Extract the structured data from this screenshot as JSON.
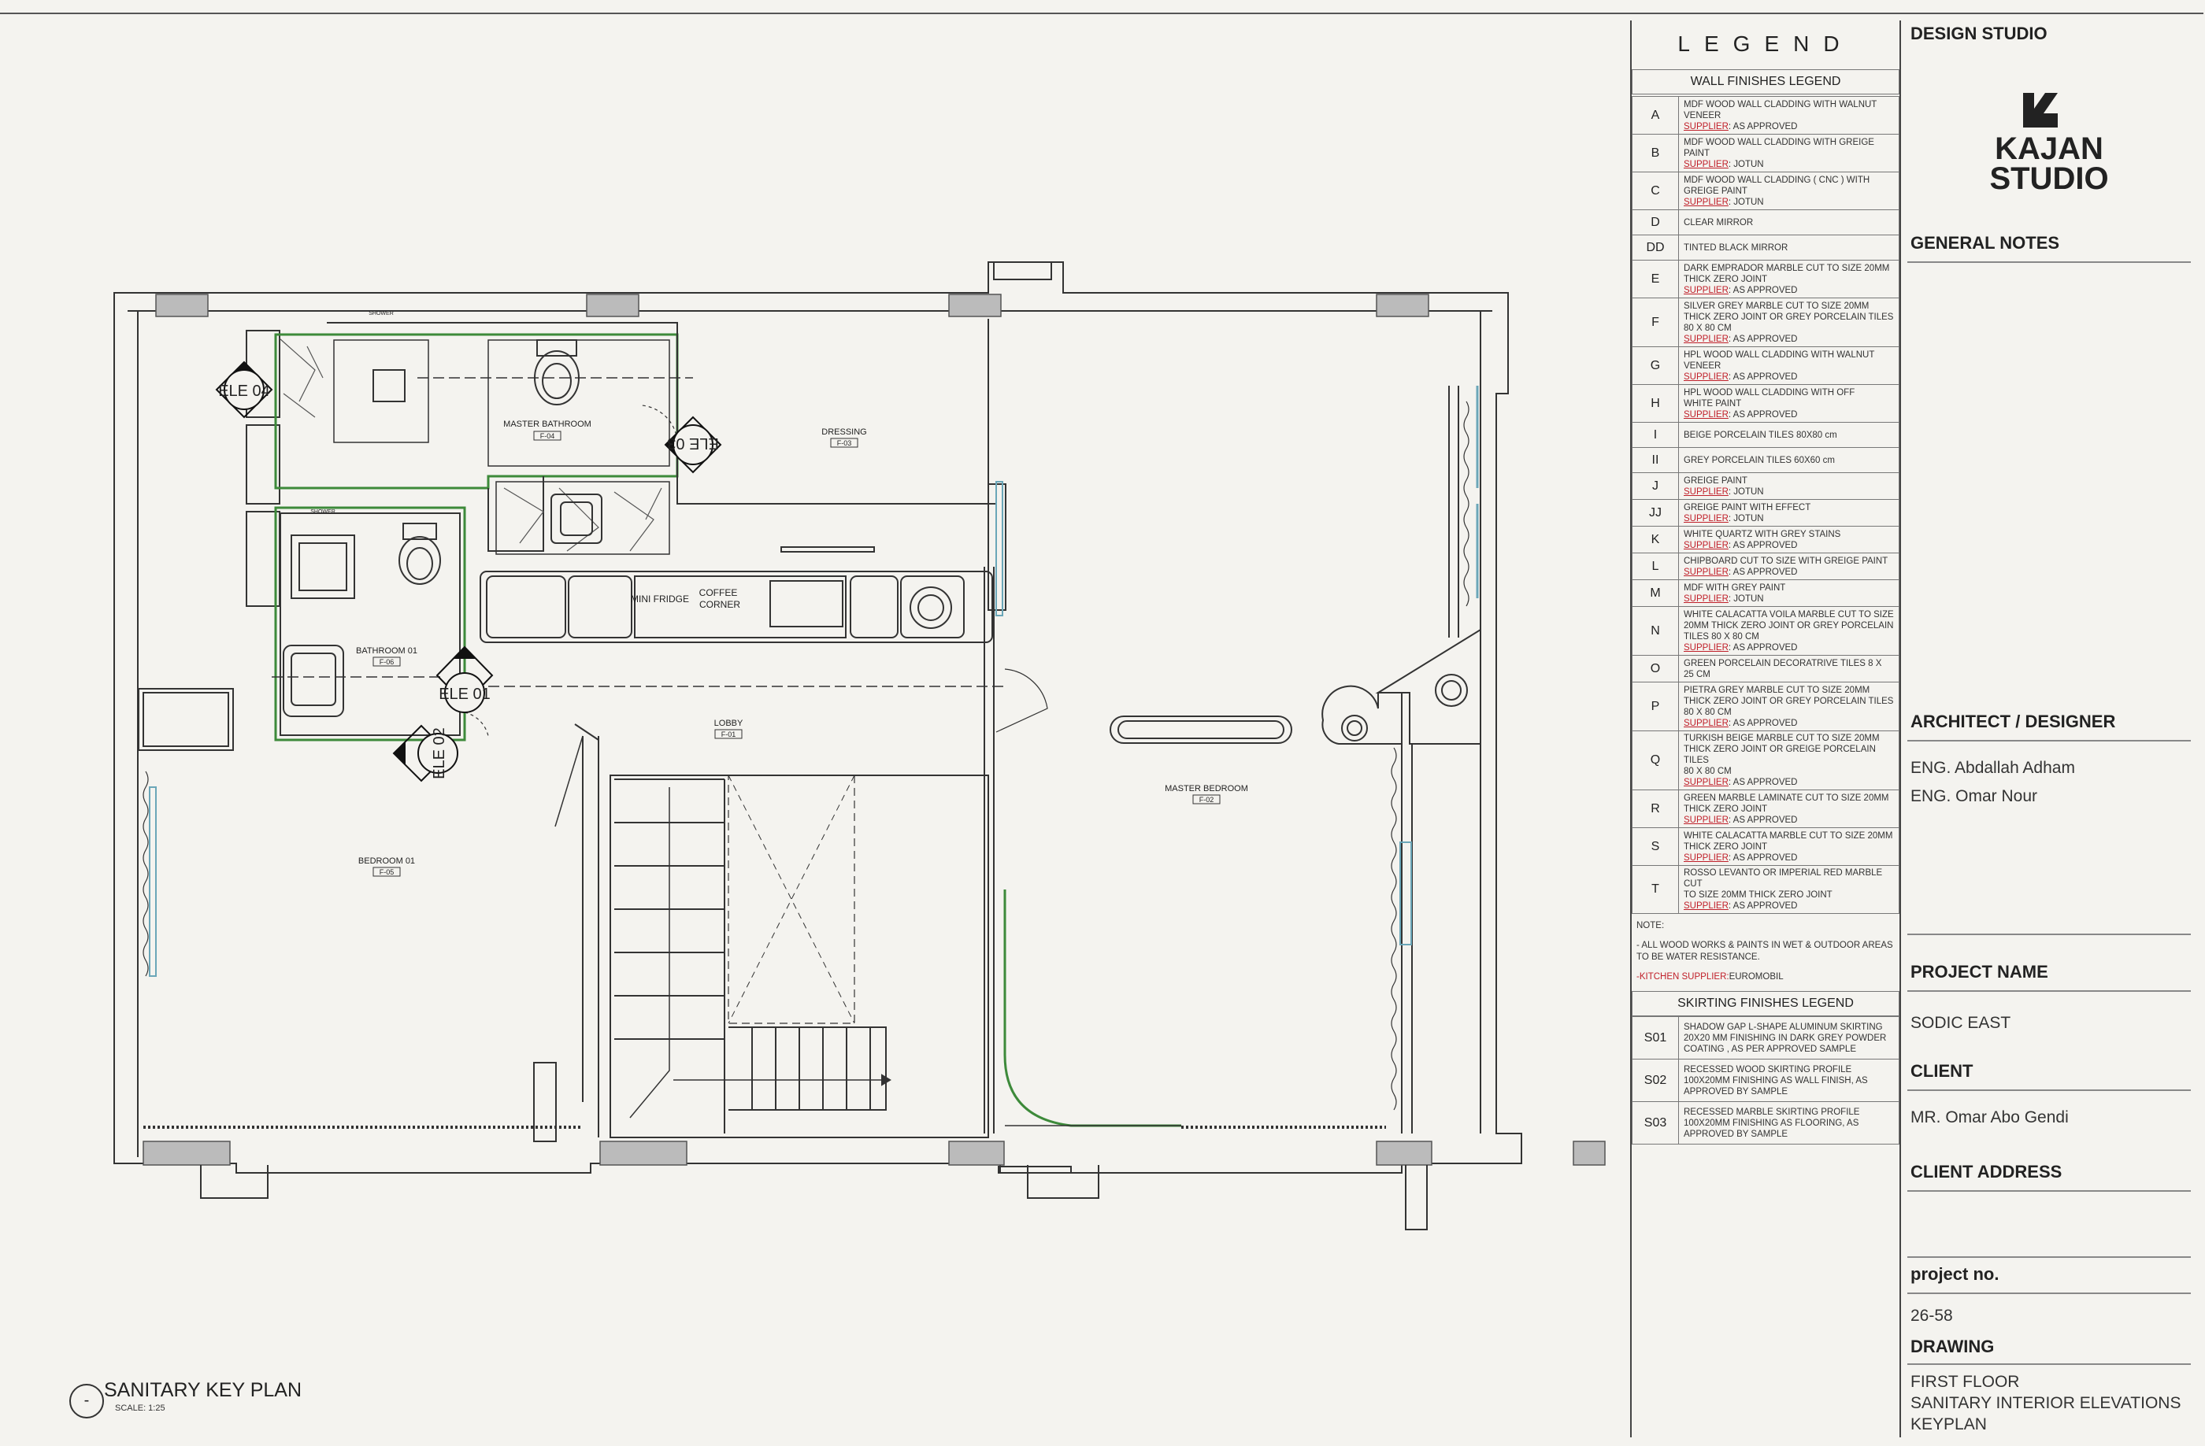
{
  "rooms": {
    "master_bathroom": {
      "name": "MASTER BATHROOM",
      "code": "F-04"
    },
    "dressing": {
      "name": "DRESSING",
      "code": "F-03"
    },
    "bathroom_01": {
      "name": "BATHROOM 01",
      "code": "F-06"
    },
    "lobby": {
      "name": "LOBBY",
      "code": "F-01"
    },
    "bedroom_01": {
      "name": "BEDROOM 01",
      "code": "F-05"
    },
    "master_bedroom": {
      "name": "MASTER BEDROOM",
      "code": "F-02"
    },
    "mini_fridge": "MINI FRIDGE",
    "coffee_corner_1": "COFFEE",
    "coffee_corner_2": "CORNER",
    "shower_1": "SHOWER",
    "shower_2": "SHOWER"
  },
  "elevations": {
    "ele01": "ELE 01",
    "ele02": "ELE 02",
    "ele03": "ELE 03",
    "ele04": "ELE 04"
  },
  "plan": {
    "circle": "-",
    "title": "SANITARY KEY PLAN",
    "scale": "SCALE: 1:25"
  },
  "legend": {
    "title": "LEGEND",
    "wall_head": "WALL FINISHES LEGEND",
    "items": [
      {
        "code": "A",
        "lines": [
          "MDF WOOD WALL CLADDING WITH WALNUT",
          "VENEER"
        ],
        "sup": "AS APPROVED"
      },
      {
        "code": "B",
        "lines": [
          "MDF WOOD WALL CLADDING WITH  GREIGE",
          "PAINT"
        ],
        "sup": "JOTUN"
      },
      {
        "code": "C",
        "lines": [
          "MDF WOOD WALL CLADDING ( CNC ) WITH",
          "GREIGE PAINT"
        ],
        "sup": "JOTUN"
      },
      {
        "code": "D",
        "lines": [
          "CLEAR MIRROR"
        ],
        "sup": ""
      },
      {
        "code": "DD",
        "lines": [
          "TINTED BLACK MIRROR"
        ],
        "sup": ""
      },
      {
        "code": "E",
        "lines": [
          "DARK EMPRADOR MARBLE CUT TO SIZE 20MM",
          "THICK ZERO JOINT"
        ],
        "sup": "AS APPROVED"
      },
      {
        "code": "F",
        "lines": [
          "SILVER GREY MARBLE CUT TO SIZE 20MM",
          "THICK ZERO JOINT OR GREY PORCELAIN TILES",
          "80 X 80 CM"
        ],
        "sup": "AS APPROVED"
      },
      {
        "code": "G",
        "lines": [
          "HPL WOOD WALL CLADDING WITH WALNUT",
          "VENEER"
        ],
        "sup": "AS APPROVED"
      },
      {
        "code": "H",
        "lines": [
          "HPL WOOD WALL CLADDING WITH OFF",
          "WHITE PAINT"
        ],
        "sup": "AS APPROVED"
      },
      {
        "code": "I",
        "lines": [
          "BEIGE PORCELAIN TILES  80X80 cm"
        ],
        "sup": ""
      },
      {
        "code": "II",
        "lines": [
          "GREY PORCELAIN TILES  60X60 cm"
        ],
        "sup": ""
      },
      {
        "code": "J",
        "lines": [
          "GREIGE PAINT"
        ],
        "sup": "JOTUN"
      },
      {
        "code": "JJ",
        "lines": [
          "GREIGE PAINT WITH EFFECT"
        ],
        "sup": "JOTUN"
      },
      {
        "code": "K",
        "lines": [
          "WHITE QUARTZ WITH GREY STAINS"
        ],
        "sup": "AS APPROVED"
      },
      {
        "code": "L",
        "lines": [
          "CHIPBOARD  CUT TO SIZE WITH GREIGE PAINT"
        ],
        "sup": "AS APPROVED"
      },
      {
        "code": "M",
        "lines": [
          "MDF WITH GREY PAINT"
        ],
        "sup": "JOTUN"
      },
      {
        "code": "N",
        "lines": [
          "WHITE CALACATTA VOILA MARBLE CUT TO SIZE",
          "20MM THICK ZERO JOINT OR GREY PORCELAIN",
          "TILES 80 X 80 CM"
        ],
        "sup": "AS APPROVED"
      },
      {
        "code": "O",
        "lines": [
          "GREEN PORCELAIN DECORATRIVE TILES 8 X",
          "25 CM"
        ],
        "sup": ""
      },
      {
        "code": "P",
        "lines": [
          "PIETRA GREY  MARBLE CUT TO SIZE 20MM",
          "THICK ZERO JOINT OR GREY PORCELAIN TILES",
          "80 X 80 CM"
        ],
        "sup": "AS APPROVED"
      },
      {
        "code": "Q",
        "lines": [
          "TURKISH BEIGE MARBLE CUT TO SIZE 20MM",
          "THICK ZERO JOINT OR GREIGE PORCELAIN TILES",
          "80 X 80 CM"
        ],
        "sup": "AS APPROVED"
      },
      {
        "code": "R",
        "lines": [
          "GREEN MARBLE LAMINATE CUT TO SIZE 20MM",
          "THICK ZERO JOINT"
        ],
        "sup": "AS APPROVED"
      },
      {
        "code": "S",
        "lines": [
          "WHITE CALACATTA MARBLE CUT TO SIZE 20MM",
          "THICK ZERO JOINT"
        ],
        "sup": "AS APPROVED"
      },
      {
        "code": "T",
        "lines": [
          "ROSSO LEVANTO OR IMPERIAL RED MARBLE CUT",
          "TO SIZE 20MM THICK ZERO JOINT"
        ],
        "sup": "AS APPROVED"
      }
    ],
    "supplier_label": "SUPPLIER",
    "note_title": "NOTE:",
    "note_text": "- ALL WOOD WORKS & PAINTS IN WET & OUTDOOR AREAS TO BE WATER RESISTANCE.",
    "kitchen_label": "-KITCHEN SUPPLIER:",
    "kitchen_value": "EUROMOBIL",
    "skirting_head": "SKIRTING FINISHES LEGEND",
    "skirting": [
      {
        "code": "S01",
        "text": "SHADOW GAP L-SHAPE ALUMINUM SKIRTING 20X20 MM FINISHING IN DARK GREY POWDER COATING , AS PER APPROVED SAMPLE"
      },
      {
        "code": "S02",
        "text": "RECESSED WOOD SKIRTING PROFILE 100X20MM FINISHING AS WALL FINISH, AS APPROVED BY SAMPLE"
      },
      {
        "code": "S03",
        "text": "RECESSED MARBLE SKIRTING PROFILE 100X20MM FINISHING AS FLOORING, AS APPROVED BY SAMPLE"
      }
    ]
  },
  "title_block": {
    "design_studio": "DESIGN STUDIO",
    "logo_line1": "KAJAN",
    "logo_line2": "STUDIO",
    "general_notes": "GENERAL NOTES",
    "architect_label": "ARCHITECT / DESIGNER",
    "architect_1": "ENG. Abdallah Adham",
    "architect_2": "ENG. Omar Nour",
    "project_label": "PROJECT NAME",
    "project_value": "SODIC EAST",
    "client_label": "CLIENT",
    "client_value": "MR. Omar Abo Gendi",
    "client_address_label": "CLIENT ADDRESS",
    "project_no_label": "project no.",
    "project_no_value": "26-58",
    "drawing_label": "DRAWING",
    "drawing_1": "FIRST FLOOR",
    "drawing_2": "SANITARY INTERIOR ELEVATIONS",
    "drawing_3": "KEYPLAN"
  },
  "colors": {
    "green": "#3d8a3a",
    "red": "#c0202a",
    "line": "#333333"
  }
}
